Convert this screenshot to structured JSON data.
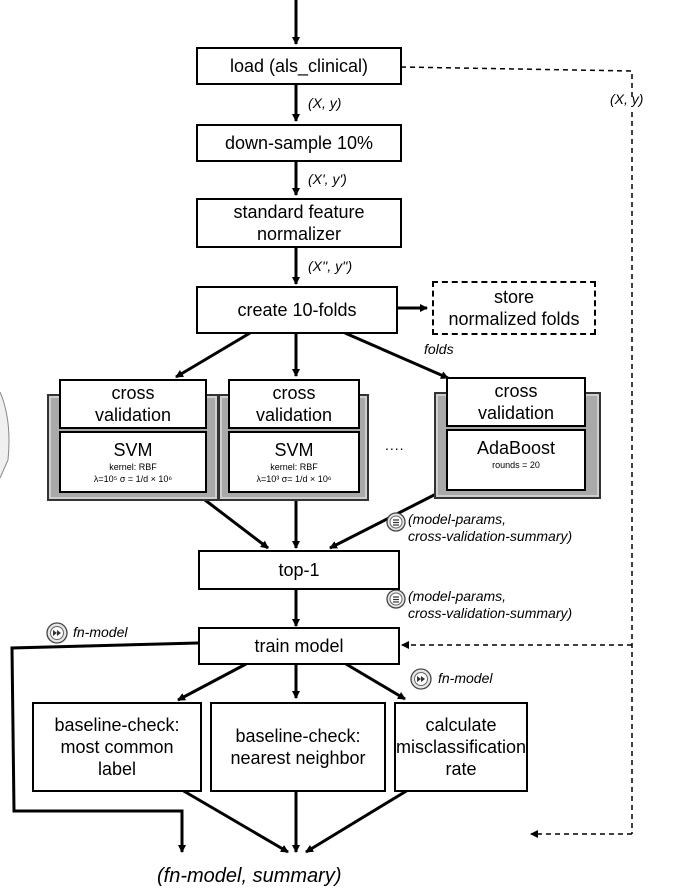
{
  "nodes": {
    "load": "load (als_clinical)",
    "downsample": "down-sample 10%",
    "normalizer": "standard feature\nnormalizer",
    "folds": "create 10-folds",
    "store": "store\nnormalized folds",
    "top1": "top-1",
    "train": "train model",
    "baseline_common": "baseline-check:\nmost common\nlabel",
    "baseline_nn": "baseline-check:\nnearest neighbor",
    "misclass": "calculate\nmisclassification\nrate"
  },
  "cv_panels": [
    {
      "title": "cross\nvalidation",
      "model": "SVM",
      "line1": "kernel: RBF",
      "line2": "λ=10⁵  σ = 1/d × 10⁶"
    },
    {
      "title": "cross\nvalidation",
      "model": "SVM",
      "line1": "kernel: RBF",
      "line2": "λ=10³  σ= 1/d × 10⁶"
    },
    {
      "title": "cross\nvalidation",
      "model": "AdaBoost",
      "line1": "rounds = 20",
      "line2": ""
    }
  ],
  "ellipsis": "....",
  "edge_labels": {
    "xy": "(X, y)",
    "xy_prime": "(X', y')",
    "xy_dprime": "(X'', y'')",
    "xy_side": "(X, y)",
    "folds": "folds",
    "summary_1": "(model-params,\ncross-validation-summary)",
    "summary_2": "(model-params,\ncross-validation-summary)",
    "fn_model_left": "fn-model",
    "fn_model_right": "fn-model"
  },
  "output_label": "(fn-model, summary)",
  "icons": {
    "summary": "list-circle-icon",
    "model": "fast-forward-circle-icon"
  }
}
